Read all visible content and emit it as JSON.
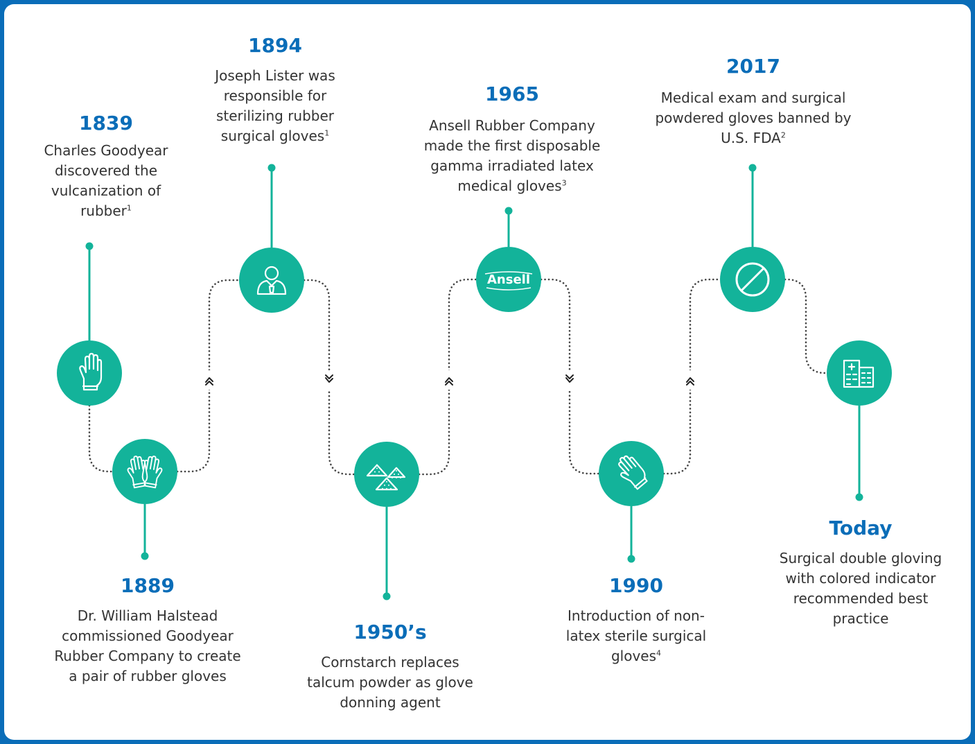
{
  "colors": {
    "border": "#0a6db8",
    "teal": "#13b39a",
    "year_blue": "#0a6db8",
    "text": "#333333",
    "dots": "#444444"
  },
  "events": [
    {
      "id": "1839",
      "year": "1839",
      "text": "Charles Goodyear discovered the vulcanization of rubber",
      "note": "1",
      "icon": "single-glove-icon",
      "position": "top"
    },
    {
      "id": "1889",
      "year": "1889",
      "text": "Dr. William Halstead commissioned Goodyear Rubber Company to create a pair of rubber gloves",
      "note": "",
      "icon": "pair-of-gloves-icon",
      "position": "bottom"
    },
    {
      "id": "1894",
      "year": "1894",
      "text": "Joseph Lister was responsible for sterilizing rubber surgical gloves",
      "note": "1",
      "icon": "person-icon",
      "position": "top"
    },
    {
      "id": "1950s",
      "year": "1950’s",
      "text": "Cornstarch replaces talcum powder as glove donning agent",
      "note": "",
      "icon": "powder-piles-icon",
      "position": "bottom"
    },
    {
      "id": "1965",
      "year": "1965",
      "text": "Ansell Rubber Company made the first disposable gamma irradiated latex medical gloves",
      "note": "3",
      "icon": "ansell-logo",
      "logo_text": "Ansell",
      "position": "top"
    },
    {
      "id": "1990",
      "year": "1990",
      "text": "Introduction of non-latex sterile surgical gloves",
      "note": "4",
      "icon": "hand-glove-icon",
      "position": "bottom"
    },
    {
      "id": "2017",
      "year": "2017",
      "text": "Medical exam and surgical powdered gloves banned by U.S. FDA",
      "note": "2",
      "icon": "ban-icon",
      "position": "top"
    },
    {
      "id": "today",
      "year": "Today",
      "text": "Surgical double gloving with colored indicator recommended best practice",
      "note": "",
      "icon": "hospital-icon",
      "position": "bottom"
    }
  ],
  "direction_arrows": [
    "up",
    "down",
    "up",
    "down",
    "up"
  ]
}
